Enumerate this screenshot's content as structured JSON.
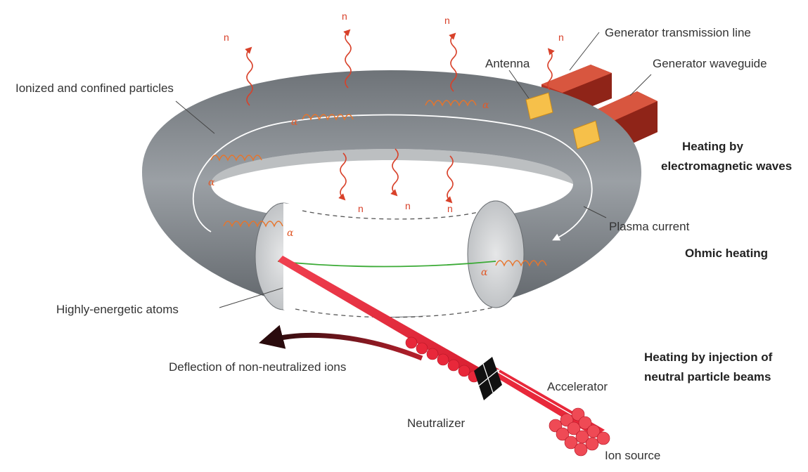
{
  "labels": {
    "ionized_particles": "Ionized and confined particles",
    "antenna": "Antenna",
    "generator_transmission_line": "Generator transmission line",
    "generator_waveguide": "Generator waveguide",
    "heating_em_line1": "Heating by",
    "heating_em_line2": "electromagnetic waves",
    "plasma_current": "Plasma current",
    "ohmic_heating": "Ohmic heating",
    "highly_energetic_atoms": "Highly-energetic atoms",
    "deflection": "Deflection of non-neutralized ions",
    "heating_injection_line1": "Heating by injection of",
    "heating_injection_line2": "neutral particle beams",
    "accelerator": "Accelerator",
    "neutralizer": "Neutralizer",
    "ion_source": "Ion source"
  },
  "symbols": {
    "neutron": "n",
    "alpha": "α"
  },
  "colors": {
    "torus": "#8a8f94",
    "torus_dark": "#5a5f64",
    "beam": "#e8283a",
    "generator": "#c0392b",
    "antenna": "#f6c04a",
    "neutron_arrow": "#d8412a",
    "alpha_spiral": "#e8742a",
    "plasma_line": "#ffffff",
    "beam_line": "#3aaa35"
  }
}
